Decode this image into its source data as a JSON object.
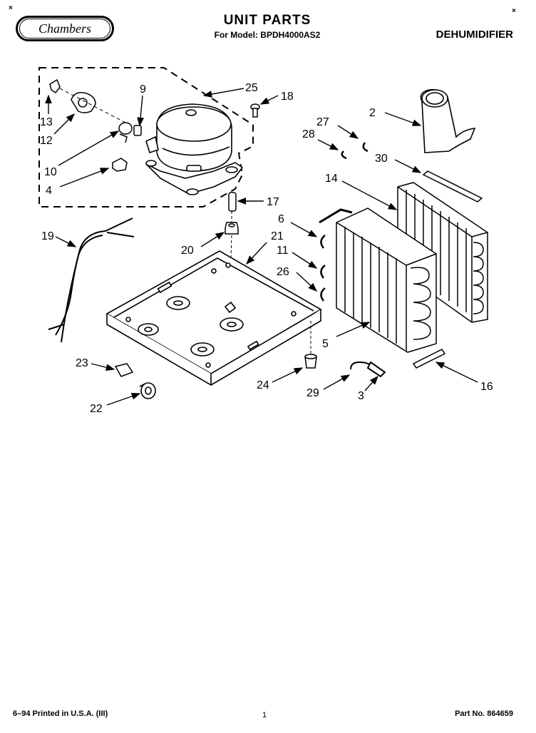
{
  "header": {
    "logo_text": "Chambers",
    "title": "UNIT PARTS",
    "model_line": "For Model: BPDH4000AS2",
    "product": "DEHUMIDIFIER",
    "corner_mark": "×"
  },
  "footer": {
    "print_info": "6–94 Printed in U.S.A. (III)",
    "page_number": "1",
    "part_number": "Part No. 864659"
  },
  "callouts": {
    "c13": "13",
    "c12": "12",
    "c10": "10",
    "c4": "4",
    "c9": "9",
    "c25": "25",
    "c18": "18",
    "c2": "2",
    "c27": "27",
    "c28": "28",
    "c30": "30",
    "c14": "14",
    "c17": "17",
    "c6": "6",
    "c19": "19",
    "c21": "21",
    "c20": "20",
    "c11": "11",
    "c26": "26",
    "c5": "5",
    "c23": "23",
    "c24": "24",
    "c29": "29",
    "c3": "3",
    "c16": "16",
    "c22": "22"
  }
}
